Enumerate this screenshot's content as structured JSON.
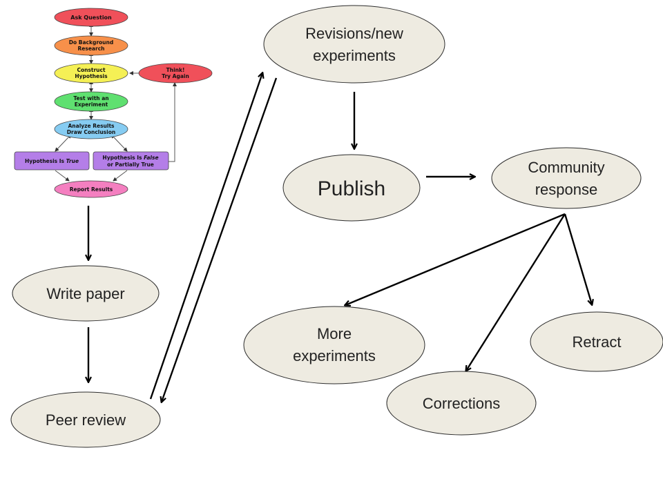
{
  "colors": {
    "node_fill": "#EEEBE1",
    "node_stroke": "#2b2b2b",
    "arrow": "#000000",
    "mini_ask": "#F0505A",
    "mini_research": "#F7904A",
    "mini_hypothesis": "#F5F055",
    "mini_test": "#5FE070",
    "mini_analyze": "#86CCF2",
    "mini_outcome": "#B47EE8",
    "mini_report": "#F47FC0",
    "mini_think": "#F0505A"
  },
  "mini_flowchart": {
    "ask_question": "Ask Question",
    "background_research_line1": "Do Background",
    "background_research_line2": "Research",
    "construct_hypothesis_line1": "Construct",
    "construct_hypothesis_line2": "Hypothesis",
    "test_experiment_line1": "Test with an",
    "test_experiment_line2": "Experiment",
    "analyze_results_line1": "Analyze Results",
    "analyze_results_line2": "Draw Conclusion",
    "hypothesis_true_prefix": "Hypothesis Is ",
    "hypothesis_true_word": "True",
    "hypothesis_false_prefix": "Hypothesis Is ",
    "hypothesis_false_word": "False",
    "hypothesis_false_line2": "or Partially True",
    "report_results": "Report Results",
    "think_line1": "Think!",
    "think_line2": "Try Again"
  },
  "nodes": {
    "write_paper": "Write paper",
    "peer_review": "Peer review",
    "revisions_line1": "Revisions/new",
    "revisions_line2": "experiments",
    "publish": "Publish",
    "community_line1": "Community",
    "community_line2": "response",
    "more_experiments_line1": "More",
    "more_experiments_line2": "experiments",
    "corrections": "Corrections",
    "retract": "Retract"
  }
}
